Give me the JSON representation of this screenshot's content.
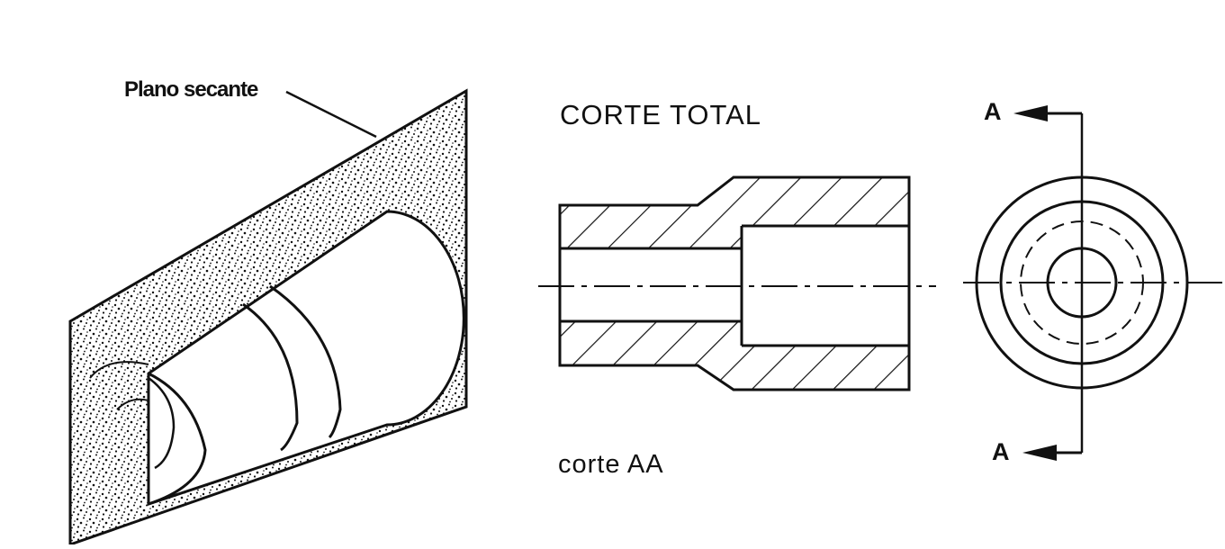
{
  "labels": {
    "cutting_plane": "Plano secante",
    "section_title": "CORTE TOTAL",
    "section_name": "corte AA",
    "cut_mark_top": "A",
    "cut_mark_bottom": "A"
  },
  "colors": {
    "ink": "#111111",
    "paper": "#ffffff"
  }
}
